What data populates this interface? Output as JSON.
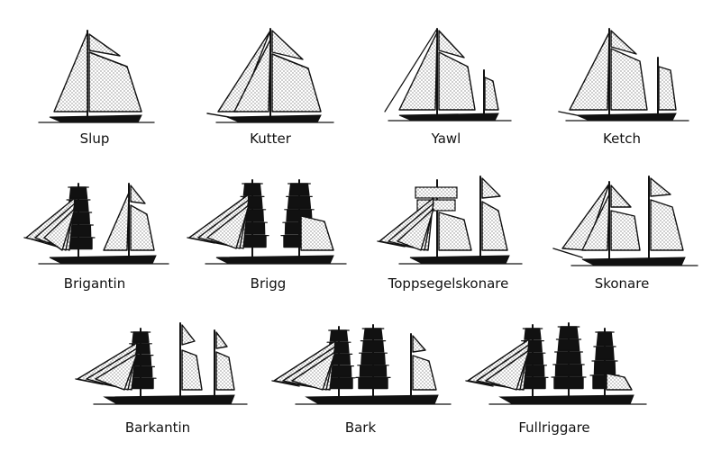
{
  "figure": {
    "ink_color": "#111111",
    "background": "#ffffff",
    "ships": [
      {
        "id": "slup",
        "label": "Slup",
        "rig": "slup"
      },
      {
        "id": "kutter",
        "label": "Kutter",
        "rig": "kutter"
      },
      {
        "id": "yawl",
        "label": "Yawl",
        "rig": "yawl"
      },
      {
        "id": "ketch",
        "label": "Ketch",
        "rig": "ketch"
      },
      {
        "id": "brigantin",
        "label": "Brigantin",
        "rig": "brigantin"
      },
      {
        "id": "brigg",
        "label": "Brigg",
        "rig": "brigg"
      },
      {
        "id": "toppsegelskonare",
        "label": "Toppsegelskonare",
        "rig": "toppsegelskonare"
      },
      {
        "id": "skonare",
        "label": "Skonare",
        "rig": "skonare"
      },
      {
        "id": "barkantin",
        "label": "Barkantin",
        "rig": "barkantin"
      },
      {
        "id": "bark",
        "label": "Bark",
        "rig": "bark"
      },
      {
        "id": "fullriggare",
        "label": "Fullriggare",
        "rig": "fullriggare"
      }
    ]
  }
}
